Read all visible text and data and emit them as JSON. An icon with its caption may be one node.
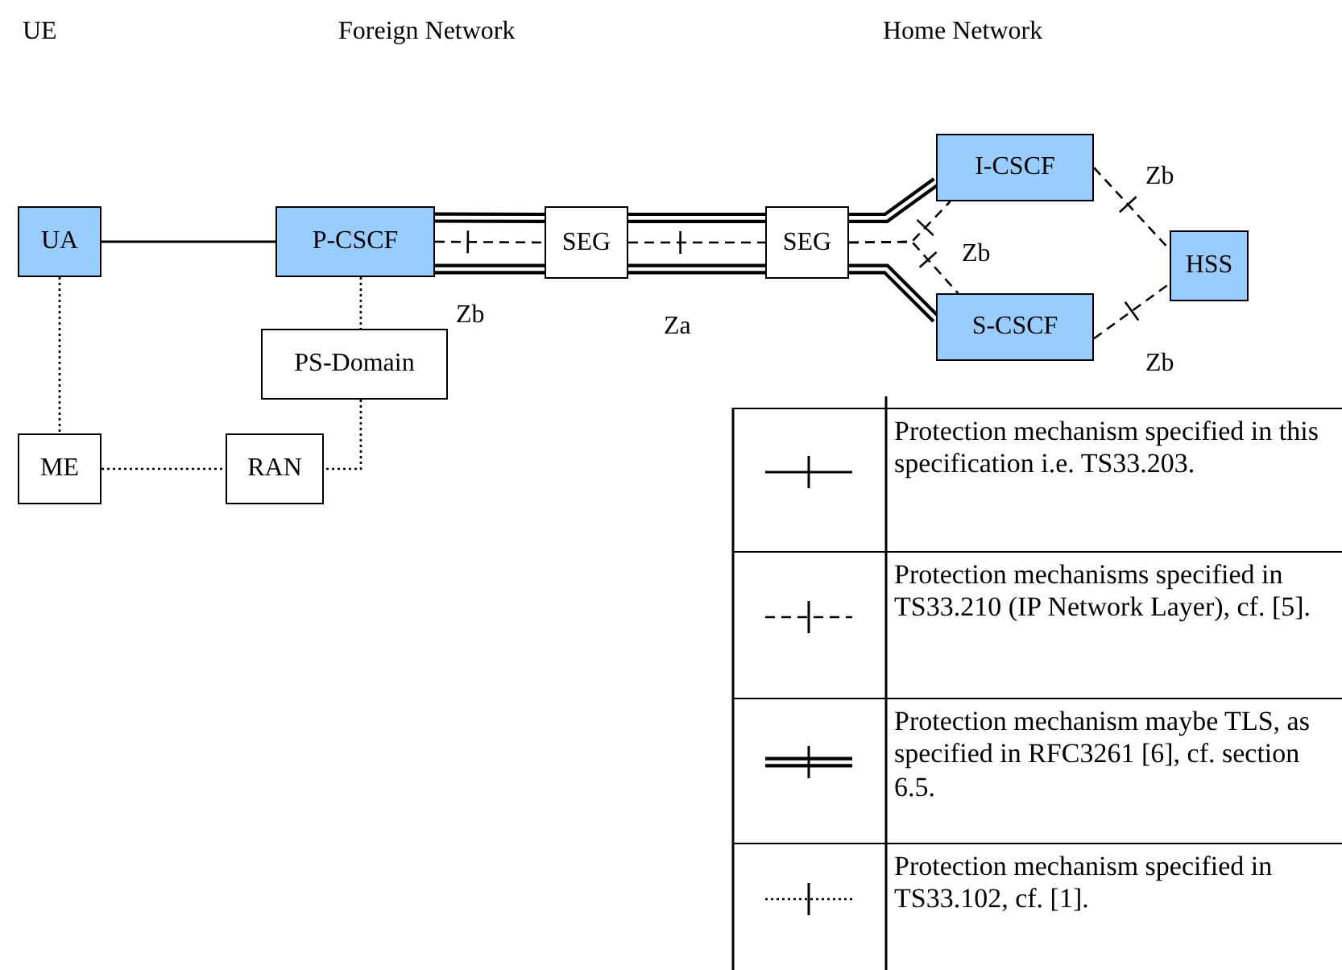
{
  "diagram": {
    "nodes": [
      {
        "text": [
          "UA"
        ]
      },
      {
        "text": [
          "P-CSCF"
        ]
      },
      {
        "text": [
          "SEG"
        ]
      },
      {
        "text": [
          "SEG"
        ]
      },
      {
        "text": [
          "I-CSCF"
        ]
      },
      {
        "text": [
          "S-CSCF"
        ]
      },
      {
        "text": [
          "HSS"
        ]
      },
      {
        "text": [
          "PS-Domain"
        ]
      },
      {
        "text": [
          "ME"
        ]
      },
      {
        "text": [
          "RAN"
        ]
      }
    ],
    "edges": [
      {
        "from": 0,
        "to": 1,
        "arrow": "none"
      },
      {
        "from": 0,
        "to": 8,
        "arrow": "none",
        "style": "dashed"
      },
      {
        "from": 1,
        "to": 7,
        "arrow": "none",
        "style": "dashed"
      },
      {
        "from": 7,
        "to": 9,
        "arrow": "none",
        "style": "dashed"
      },
      {
        "from": 8,
        "to": 9,
        "arrow": "none",
        "style": "dashed"
      },
      {
        "from": 1,
        "to": 2,
        "arrow": "none",
        "style": "dashed"
      },
      {
        "from": 2,
        "to": 3,
        "arrow": "none",
        "style": "dashed"
      },
      {
        "from": 3,
        "to": 4,
        "arrow": "none",
        "style": "dashed"
      },
      {
        "from": 3,
        "to": 5,
        "arrow": "none",
        "style": "dashed"
      },
      {
        "from": 4,
        "to": 6,
        "arrow": "none",
        "style": "dashed"
      },
      {
        "from": 5,
        "to": 6,
        "arrow": "none",
        "style": "dashed"
      },
      {
        "from": 1,
        "to": 2,
        "arrow": "none",
        "style": "thick"
      },
      {
        "from": 1,
        "to": 2,
        "arrow": "none",
        "style": "thick"
      },
      {
        "from": 2,
        "to": 3,
        "arrow": "none",
        "style": "thick"
      },
      {
        "from": 2,
        "to": 3,
        "arrow": "none",
        "style": "thick"
      },
      {
        "from": 3,
        "to": 4,
        "arrow": "none",
        "style": "thick"
      },
      {
        "from": 3,
        "to": 5,
        "arrow": "none",
        "style": "thick"
      }
    ],
    "labels": [
      "UE",
      "Foreign Network",
      "Home Network",
      "Zb",
      "Zb",
      "Zb",
      "Za",
      "Zb"
    ],
    "legend": [
      {
        "text": "Protection mechanism specified in this specification i.e. TS33.203."
      },
      {
        "text": "Protection mechanisms specified in TS33.210 (IP Network Layer), cf. [5]."
      },
      {
        "text": "Protection mechanism maybe TLS, as specified in RFC3261 [6], cf. section 6.5."
      },
      {
        "text": "Protection mechanism specified in TS33.102, cf. [1]."
      }
    ]
  }
}
